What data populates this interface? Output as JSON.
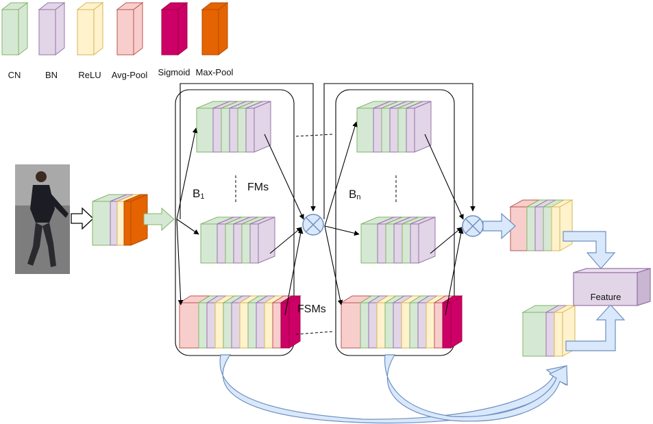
{
  "colors": {
    "cn": "#d5e8d4",
    "cn_stroke": "#82b366",
    "bn": "#e1d5e7",
    "bn_stroke": "#9673a6",
    "relu": "#fff2cc",
    "relu_stroke": "#d6b656",
    "avgpool": "#f8cecc",
    "avgpool_stroke": "#b85450",
    "sigmoid": "#cc0066",
    "sigmoid_stroke": "#a50040",
    "maxpool": "#e56300",
    "maxpool_stroke": "#b34d00",
    "arrow_fill": "#dae8fc",
    "arrow_stroke": "#6c8ebf",
    "green_arrow": "#d5e8d4"
  },
  "legend": [
    {
      "key": "cn",
      "label": "CN"
    },
    {
      "key": "bn",
      "label": "BN"
    },
    {
      "key": "relu",
      "label": "ReLU"
    },
    {
      "key": "avgpool",
      "label": "Avg-Pool"
    },
    {
      "key": "sigmoid",
      "label": "Sigmoid"
    },
    {
      "key": "maxpool",
      "label": "Max-Pool"
    }
  ],
  "labels": {
    "block1_main": "B",
    "block1_sub": "1",
    "blockn_main": "B",
    "blockn_sub": "n",
    "fms": "FMs",
    "fsms": "FSMs",
    "feature": "Feature"
  },
  "icons": {
    "multiply": "circled-times-icon",
    "person": "person-photo"
  }
}
